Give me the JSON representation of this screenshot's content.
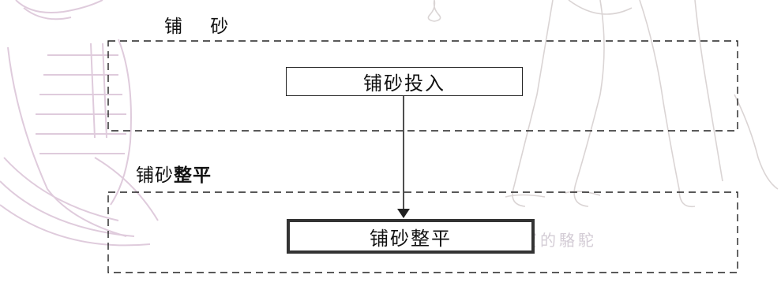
{
  "diagram": {
    "groups": [
      {
        "id": "g1",
        "label": "铺 砂"
      },
      {
        "id": "g2",
        "label_regular": "铺砂",
        "label_bold": "整平"
      }
    ],
    "nodes": [
      {
        "id": "n1",
        "label": "铺砂投入",
        "group": "g1"
      },
      {
        "id": "n2",
        "label": "铺砂整平",
        "group": "g2",
        "emphasis": "thick-border"
      }
    ],
    "edges": [
      {
        "from": "n1",
        "to": "n2",
        "style": "arrow"
      }
    ]
  },
  "watermark": {
    "text": "戴滿珠寶的駱駝"
  },
  "colors": {
    "line": "#222222",
    "background_art": "#d8c2d6"
  }
}
